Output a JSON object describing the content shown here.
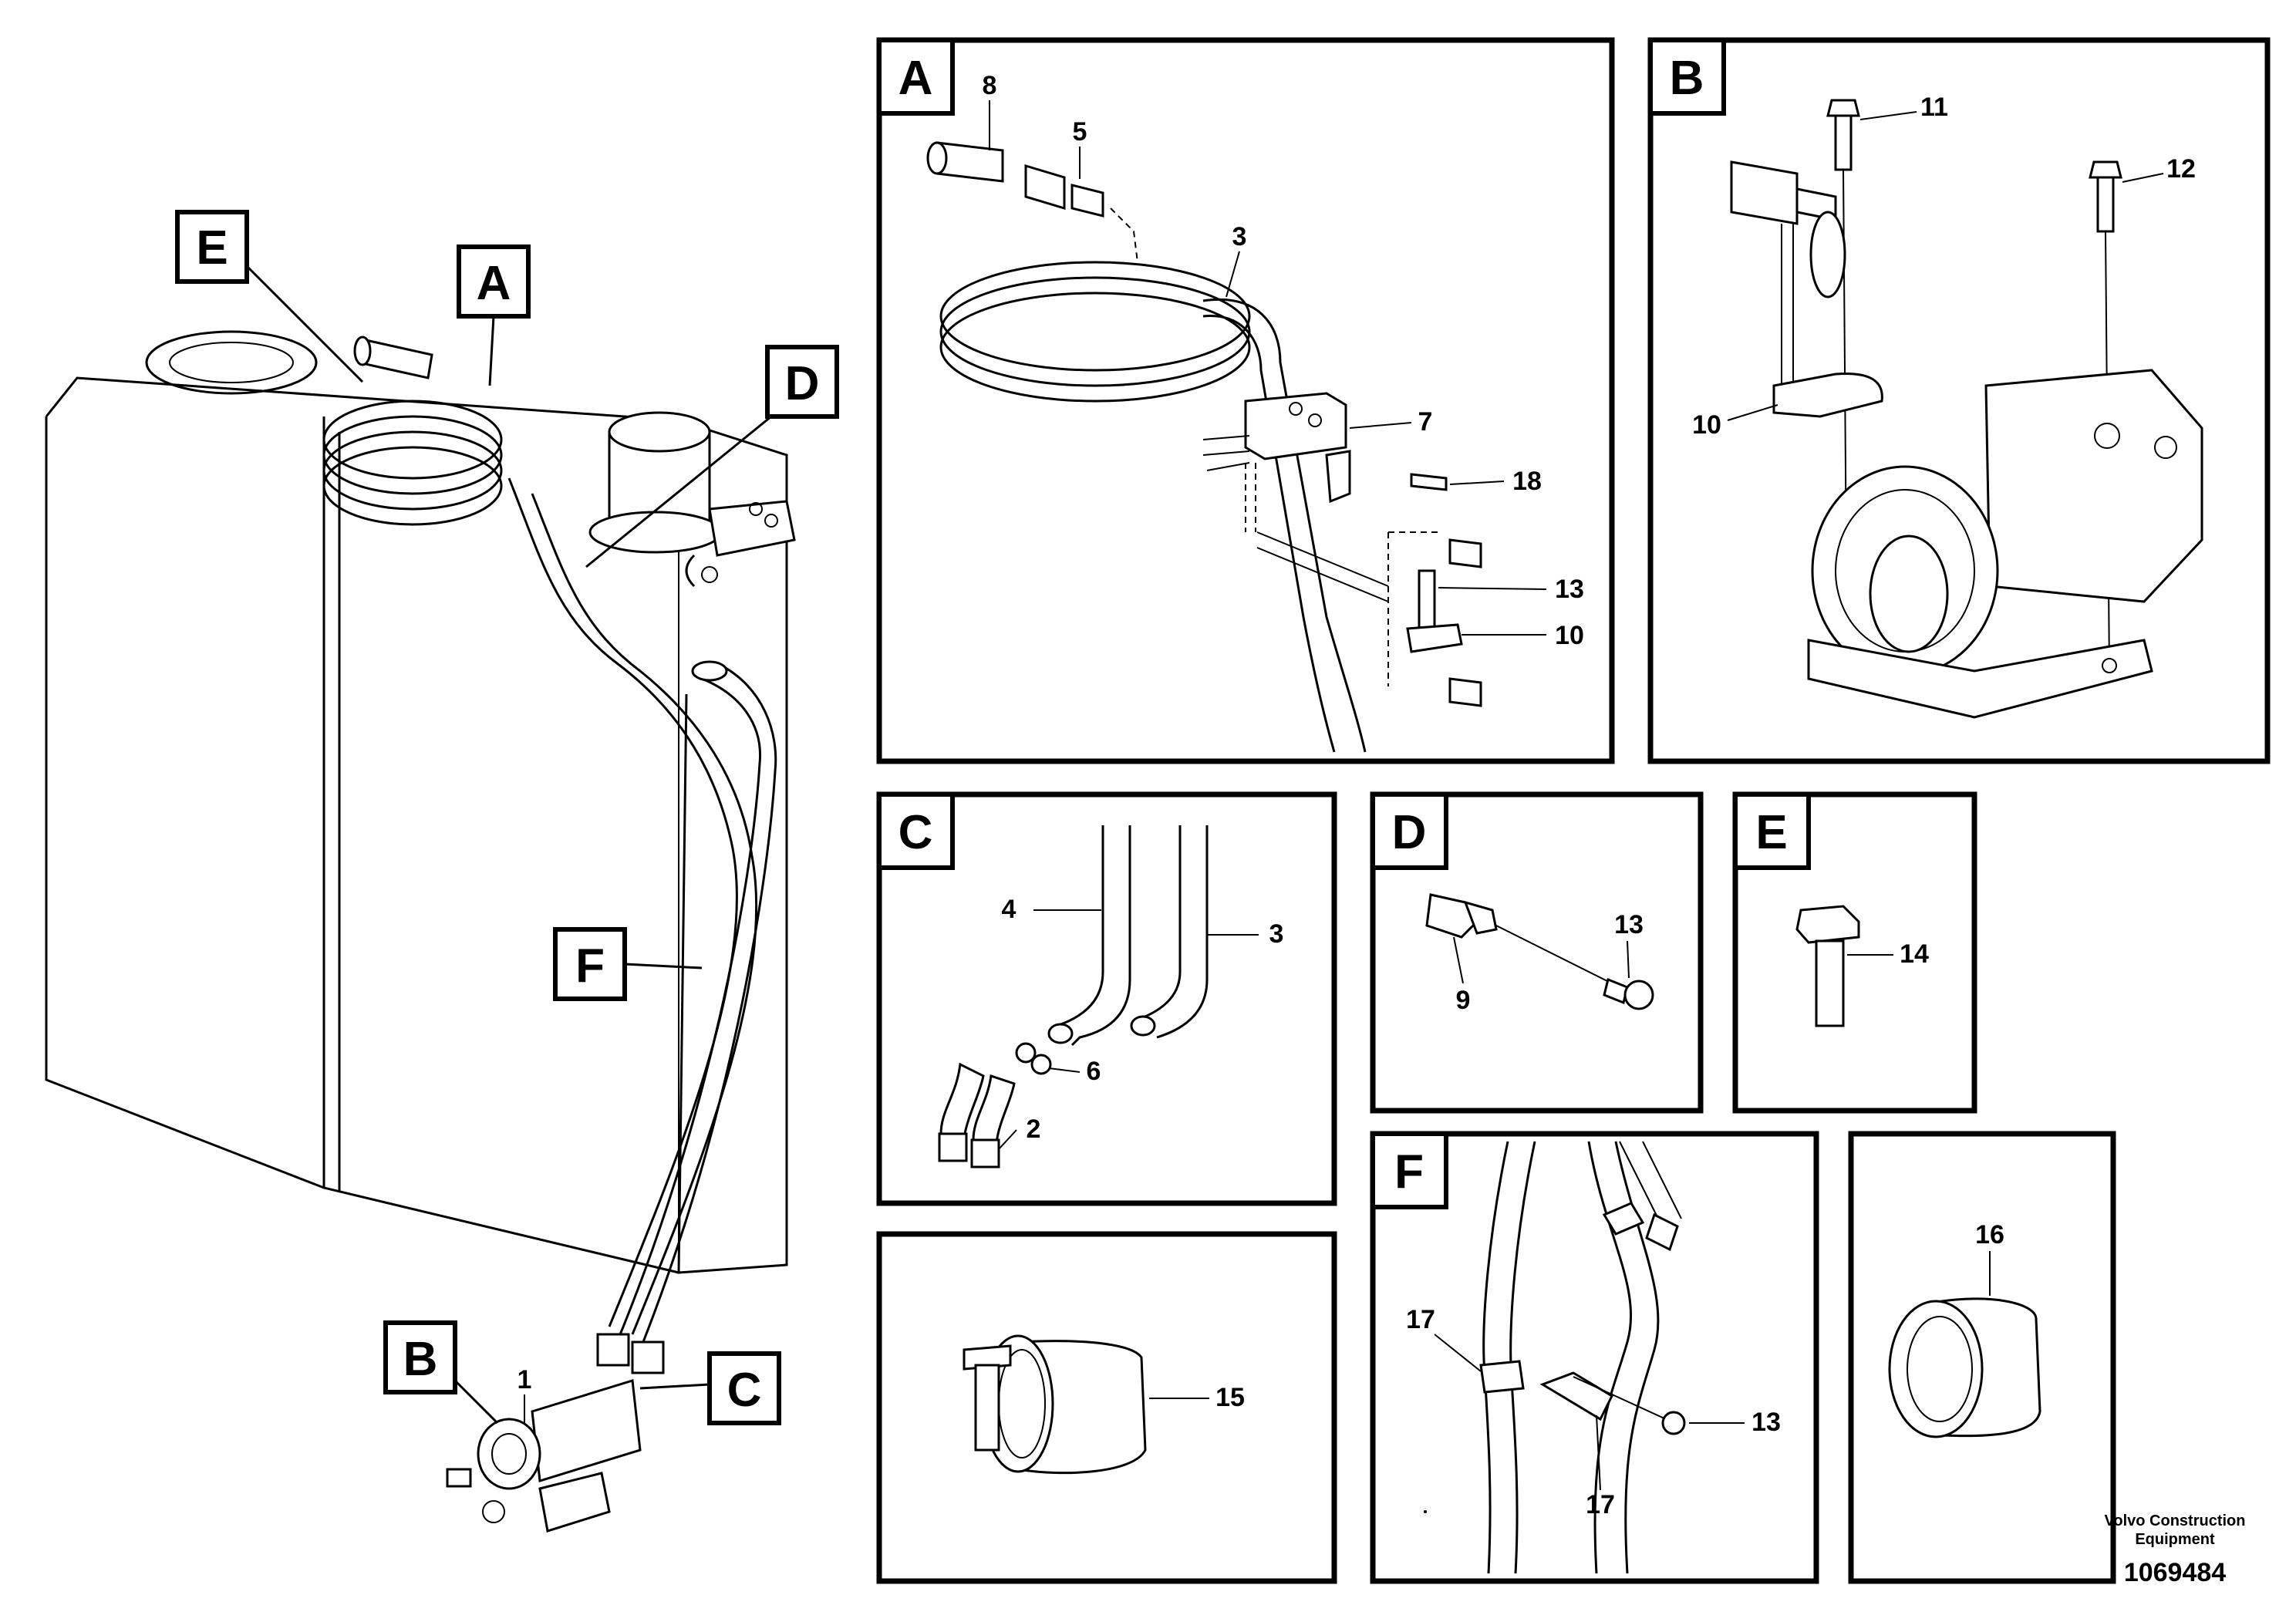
{
  "overview": {
    "callouts": {
      "A": "A",
      "B": "B",
      "C": "C",
      "D": "D",
      "E": "E",
      "F": "F"
    },
    "part_1": "1"
  },
  "panels": {
    "A": {
      "tag": "A",
      "labels": {
        "p8": "8",
        "p5": "5",
        "p3": "3",
        "p7": "7",
        "p18": "18",
        "p13": "13",
        "p10": "10"
      }
    },
    "B": {
      "tag": "B",
      "labels": {
        "p11": "11",
        "p12": "12",
        "p10": "10"
      }
    },
    "C": {
      "tag": "C",
      "labels": {
        "p4": "4",
        "p3": "3",
        "p6": "6",
        "p2": "2"
      }
    },
    "D": {
      "tag": "D",
      "labels": {
        "p13": "13",
        "p9": "9"
      }
    },
    "E": {
      "tag": "E",
      "labels": {
        "p14": "14"
      }
    },
    "F": {
      "tag": "F",
      "labels": {
        "p17a": "17",
        "p13": "13",
        "p17b": "17"
      }
    },
    "clamp": {
      "labels": {
        "p15": "15"
      }
    },
    "ring": {
      "labels": {
        "p16": "16"
      }
    }
  },
  "footer": {
    "brand_line1": "Volvo Construction",
    "brand_line2": "Equipment",
    "drawing_number": "1069484"
  }
}
